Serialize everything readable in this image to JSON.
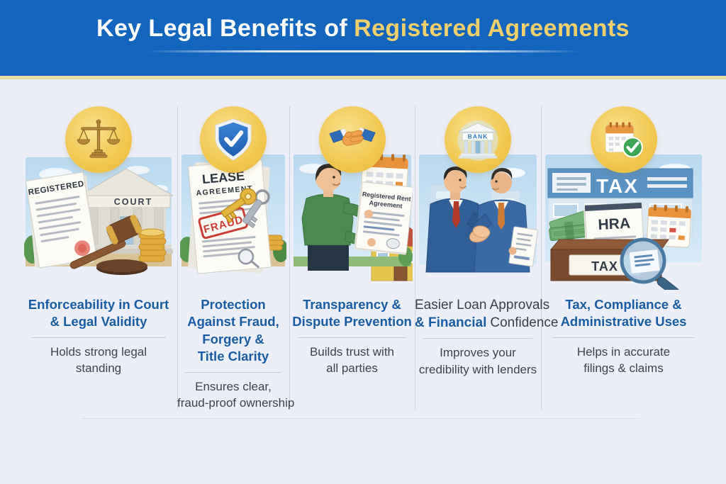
{
  "header": {
    "title_prefix": "Key Legal Benefits of",
    "title_highlight": "Registered Agreements"
  },
  "columns": [
    {
      "icon": "scales-of-justice",
      "scene": {
        "building_label": "COURT",
        "document_title": "REGISTERED"
      },
      "heading_lines": [
        "Enforceability in Court",
        "& Legal Validity"
      ],
      "description_lines": [
        "Holds strong legal",
        "standing"
      ]
    },
    {
      "icon": "shield-check",
      "scene": {
        "document_title": "LEASE",
        "document_subtitle": "AGREEMENT",
        "stamp_label": "FRAUD"
      },
      "heading_lines": [
        "Protection",
        "Against Fraud,",
        "Forgery &",
        "Title Clarity"
      ],
      "description_lines": [
        "Ensures clear,",
        "fraud-proof ownership"
      ]
    },
    {
      "icon": "handshake",
      "scene": {
        "document_title_line1": "Registered Rent",
        "document_title_line2": "Agreement"
      },
      "heading_lines": [
        "Transparency &",
        "Dispute Prevention"
      ],
      "description_lines": [
        "Builds trust with",
        "all parties"
      ]
    },
    {
      "icon": "bank",
      "scene": {
        "bank_label": "BANK"
      },
      "heading_line1": "Easier Loan Approvals",
      "heading_line2_accent": "& Financial",
      "heading_line2_rest": "Confidence",
      "description_lines": [
        "Improves your",
        "credibility with lenders"
      ]
    },
    {
      "icon": "calendar-check",
      "scene": {
        "sign_label": "TAX",
        "document_title": "HRA",
        "box_label": "TAX"
      },
      "heading_lines": [
        "Tax, Compliance &",
        "Administrative Uses"
      ],
      "description_lines": [
        "Helps in accurate",
        "filings & claims"
      ]
    }
  ],
  "colors": {
    "header_bg": "#1465bd",
    "title_highlight": "#efd06c",
    "gold_strip": "#e9dda6",
    "body_bg": "#edeff8",
    "heading_blue": "#1a5ca3",
    "icon_circle_yellow": "#f0c64d",
    "fraud_red": "#cc3b35",
    "shield_blue": "#2e77cc",
    "check_green": "#3da555",
    "handshake_orange": "#f0a24e",
    "suit_blue": "#305e97"
  }
}
